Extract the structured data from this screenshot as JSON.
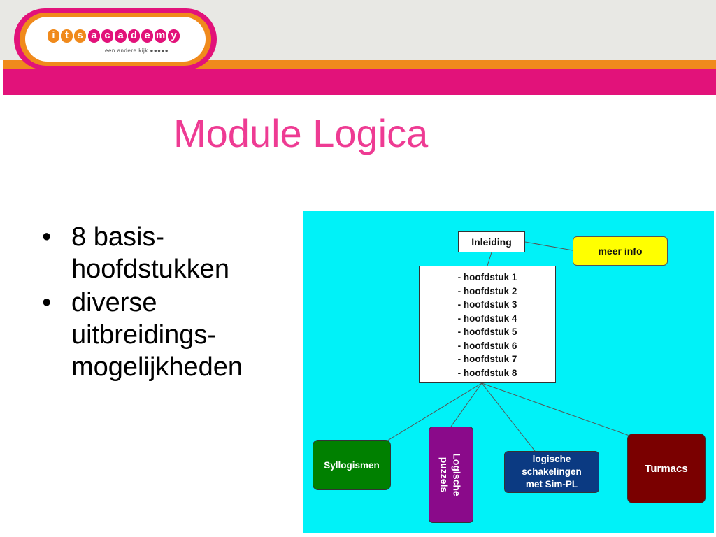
{
  "logo": {
    "word1": [
      "i",
      "t",
      "s"
    ],
    "word2": [
      "a",
      "c",
      "a",
      "d",
      "e",
      "m",
      "y"
    ],
    "tagline": "een andere kijk ●●●●●"
  },
  "slide": {
    "title": "Module Logica",
    "bullets": [
      "8 basis-hoofdstukken",
      "diverse uitbreidings-mogelijkheden"
    ]
  },
  "diagram": {
    "inleiding": "Inleiding",
    "meer_info": "meer info",
    "chapters": [
      "- hoofdstuk 1",
      "- hoofdstuk 2",
      "- hoofdstuk 3",
      "- hoofdstuk 4",
      "- hoofdstuk 5",
      "- hoofdstuk 6",
      "- hoofdstuk 7",
      "- hoofdstuk 8"
    ],
    "syllogismen": "Syllogismen",
    "puzzels": [
      "Logische",
      "puzzels"
    ],
    "logische": [
      "logische",
      "schakelingen",
      "met Sim-PL"
    ],
    "turmacs": "Turmacs"
  },
  "colors": {
    "accent_pink": "#e2127a",
    "accent_orange": "#f08a1c",
    "title_pink": "#ee3b93",
    "diagram_bg": "#00f2f8"
  }
}
